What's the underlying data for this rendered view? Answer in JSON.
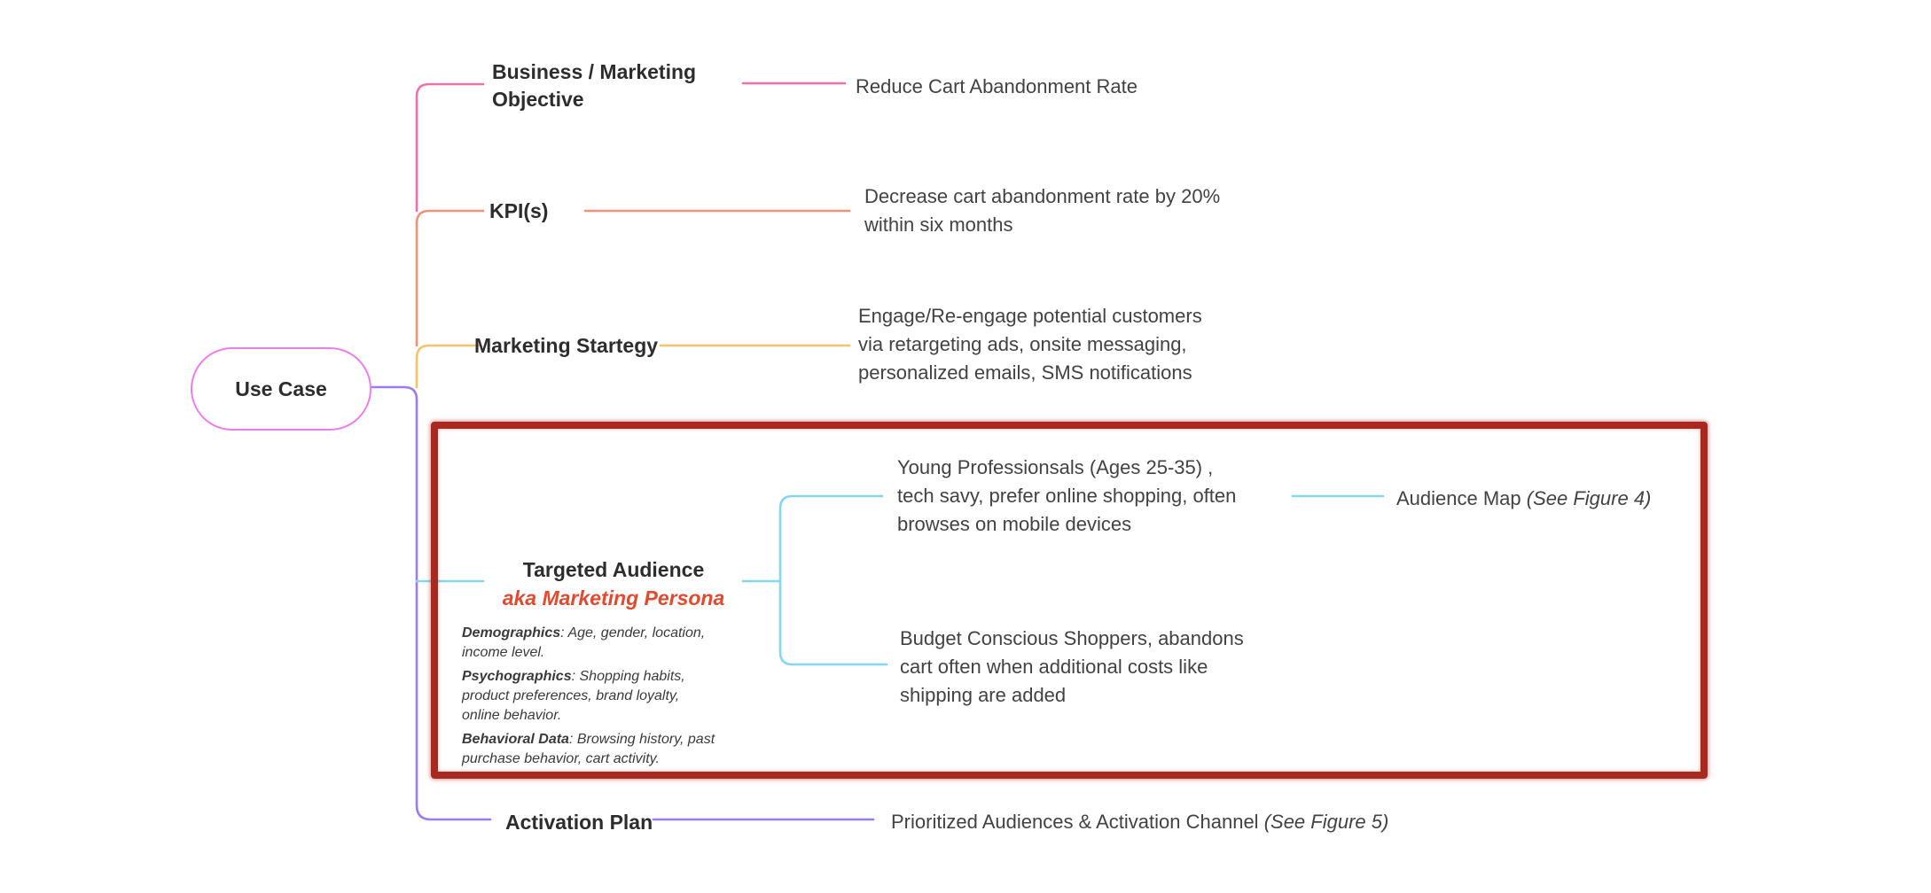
{
  "colors": {
    "background": "#ffffff",
    "root_border": "#ef7cee",
    "objective_branch": "#f170aa",
    "kpi_branch": "#f2917a",
    "strategy_branch": "#f9c269",
    "audience_branch": "#85d6f4",
    "activation_branch": "#9b7bf2",
    "highlight_box": "#a92820",
    "persona_accent": "#e3492e",
    "label_text": "#2d2d2d",
    "body_text": "#424242"
  },
  "root": {
    "label": "Use Case"
  },
  "objective": {
    "label_lines": [
      "Business / Marketing",
      "Objective"
    ],
    "value": "Reduce Cart Abandonment Rate"
  },
  "kpi": {
    "label": "KPI(s)",
    "value_lines": [
      "Decrease cart abandonment rate by 20%",
      "within six months"
    ]
  },
  "strategy": {
    "label": "Marketing Startegy",
    "value_lines": [
      "Engage/Re-engage potential customers",
      "via retargeting ads, onsite messaging,",
      "personalized emails, SMS notifications"
    ]
  },
  "audience": {
    "label": "Targeted Audience",
    "sublabel": "aka Marketing Persona",
    "notes": [
      {
        "b": "Demographics",
        "t": ": Age, gender, location,"
      },
      {
        "b": "",
        "t": "income level."
      },
      {
        "b": "Psychographics",
        "t": ": Shopping habits,"
      },
      {
        "b": "",
        "t": "product preferences, brand loyalty,"
      },
      {
        "b": "",
        "t": "online behavior."
      },
      {
        "b": "Behavioral Data",
        "t": ": Browsing history, past"
      },
      {
        "b": "",
        "t": "purchase behavior, cart activity."
      }
    ],
    "segment1_lines": [
      "Young Professionsals (Ages 25-35) ,",
      "tech savy, prefer online shopping, often",
      "browses on mobile devices"
    ],
    "segment1_link": {
      "text": "Audience Map ",
      "ref": "(See Figure 4)"
    },
    "segment2_lines": [
      "Budget Conscious Shoppers, abandons",
      "cart often when additional costs like",
      "shipping are added"
    ]
  },
  "activation": {
    "label": "Activation Plan",
    "value": "Prioritized Audiences & Activation Channel ",
    "value_ref": "(See Figure 5)"
  }
}
